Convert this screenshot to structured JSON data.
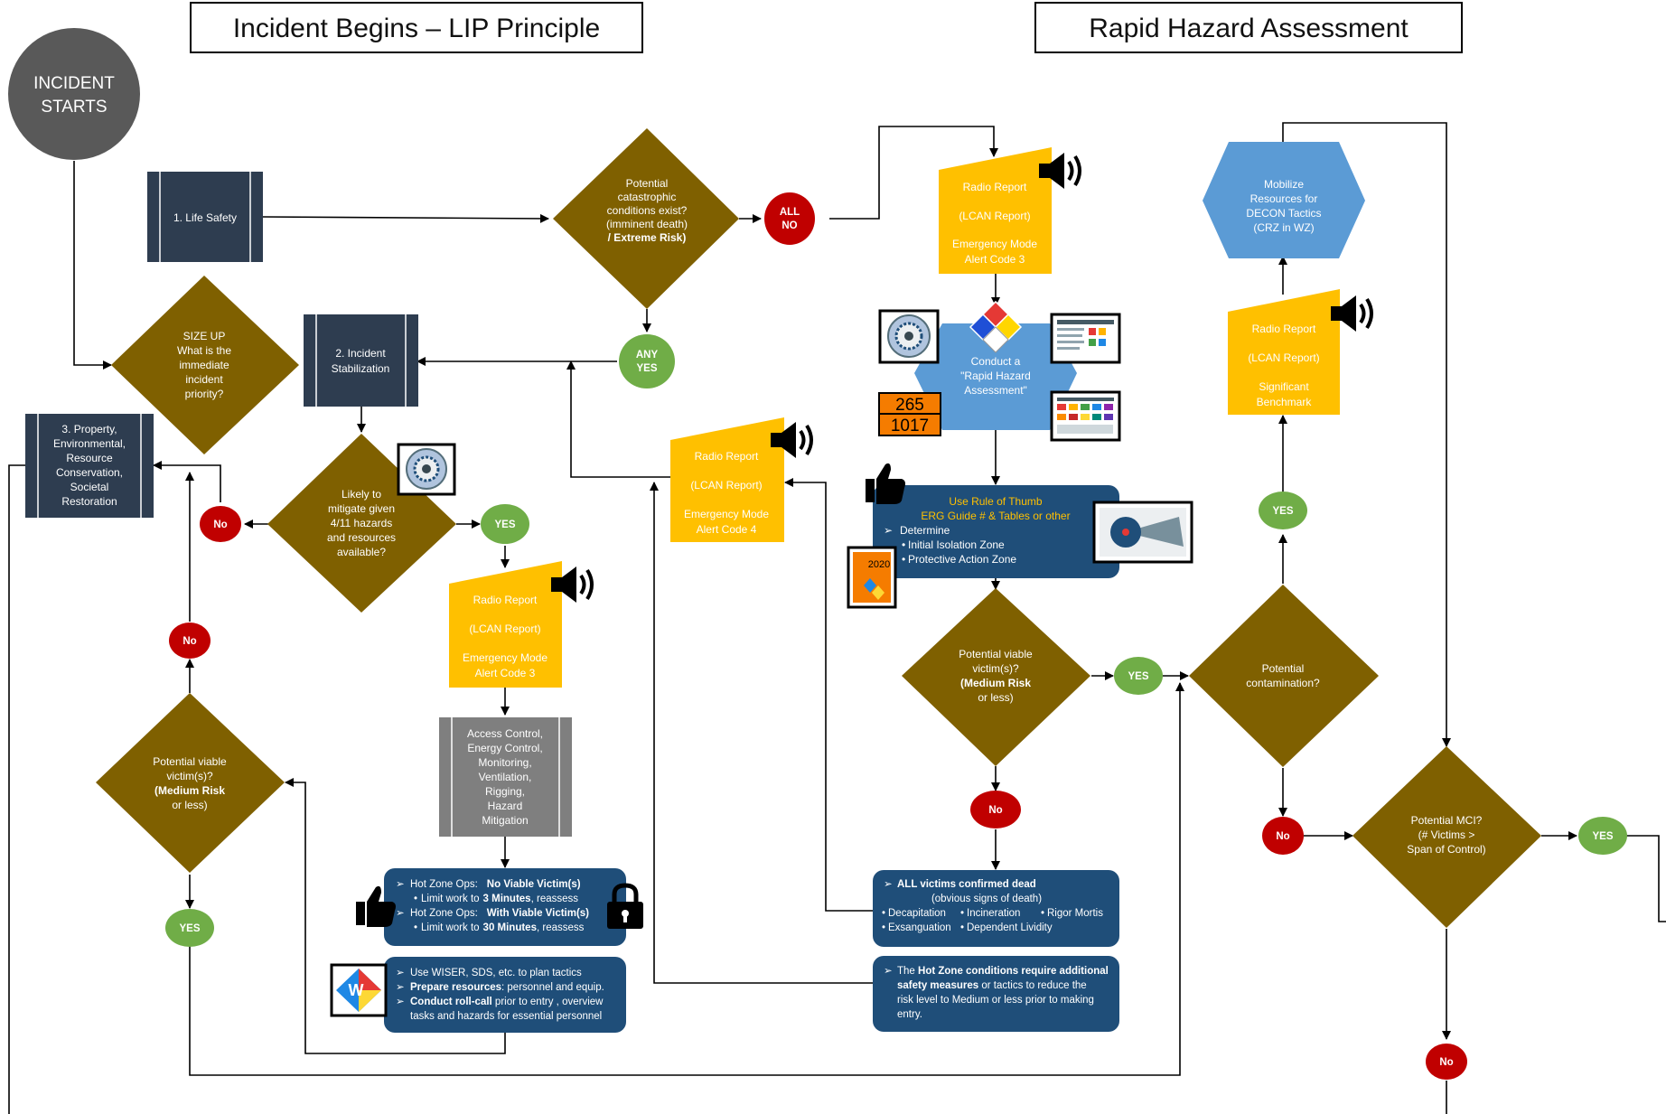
{
  "headers": {
    "left": "Incident Begins – LIP Principle",
    "right": "Rapid Hazard Assessment"
  },
  "start": [
    "INCIDENT",
    "STARTS"
  ],
  "process": {
    "life_safety": "1. Life Safety",
    "stabilization": [
      "2. Incident",
      "Stabilization"
    ],
    "property": [
      "3. Property,",
      "Environmental,",
      "Resource",
      "Conservation,",
      "Societal",
      "Restoration"
    ],
    "access": [
      "Access Control,",
      "Energy Control,",
      "Monitoring,",
      "Ventilation,",
      "Rigging,",
      "Hazard",
      "Mitigation"
    ]
  },
  "decisions": {
    "catastrophic": [
      "Potential",
      "catastrophic",
      "conditions exist?",
      "(imminent death)",
      "/ Extreme Risk)"
    ],
    "sizeup": [
      "SIZE UP",
      "What is the",
      "immediate",
      "incident",
      "priority?"
    ],
    "likely": [
      "Likely to",
      "mitigate given",
      "4/11 hazards",
      "and resources",
      "available?"
    ],
    "viable_left": [
      "Potential viable",
      "victim(s)?",
      "(Medium Risk",
      "or less)"
    ],
    "viable_right": [
      "Potential viable",
      "victim(s)?",
      "(Medium Risk",
      "or less)"
    ],
    "contamination": [
      "Potential",
      "contamination?"
    ],
    "mci": [
      "Potential MCI?",
      "(# Victims >",
      "Span of Control)"
    ]
  },
  "ovals": {
    "all_no": [
      "ALL",
      "NO"
    ],
    "any_yes": [
      "ANY",
      "YES"
    ],
    "no": "No",
    "yes": "YES"
  },
  "radio": {
    "title": "Radio Report",
    "lcan": "(LCAN Report)",
    "emergency": "Emergency Mode",
    "code3": "Alert Code 3",
    "code4": "Alert Code 4",
    "significant": "Significant",
    "benchmark": "Benchmark"
  },
  "rha": [
    "Conduct a",
    "\"Rapid Hazard",
    "Assessment\""
  ],
  "placard": [
    "265",
    "1017"
  ],
  "book_year": "2020",
  "mobilize": [
    "Mobilize",
    "Resources for",
    "DECON Tactics",
    "(CRZ in WZ)"
  ],
  "rule_box": {
    "line1": "Use Rule of Thumb",
    "line2": "ERG Guide # & Tables or other",
    "determine": "Determine",
    "iiz": "Initial Isolation Zone",
    "paz": "Protective Action Zone"
  },
  "hotzone": {
    "l1a": "Hot Zone Ops:",
    "l1b": "No Viable Victim(s)",
    "l2a": "Limit work to",
    "l2b": "3 Minutes",
    "l2c": ", reassess",
    "l3a": "Hot Zone Ops:",
    "l3b": "With Viable Victim(s)",
    "l4a": "Limit work  to",
    "l4b": "30 Minutes",
    "l4c": ", reassess"
  },
  "wiser": {
    "l1": "Use WISER, SDS, etc. to plan tactics",
    "l2a": "Prepare resources",
    "l2b": ": personnel and equip.",
    "l3a": "Conduct roll-call",
    "l3b": " prior to entry , overview",
    "l4": "tasks and hazards for essential personnel"
  },
  "dead": {
    "l1": "ALL victims confirmed dead",
    "l2": "(obvious signs of death)",
    "s1": "Decapitation",
    "s2": "Incineration",
    "s3": "Rigor Mortis",
    "s4": "Exsanguation",
    "s5": "Dependent Lividity"
  },
  "hotcond": {
    "l1a": "The ",
    "l1b": "Hot Zone conditions require additional",
    "l2a": "safety measures",
    "l2b": " or tactics to reduce the",
    "l3": "risk level to Medium or less prior to making",
    "l4": "entry."
  },
  "colors": {
    "decision": "#7f6000",
    "process_dark": "#2e3d50",
    "process_gray": "#7f7f7f",
    "radio": "#ffc000",
    "blue_box": "#1f4e79",
    "hexagon": "#5b9bd5",
    "yes": "#70ad47",
    "no": "#c00000",
    "start": "#595959"
  }
}
